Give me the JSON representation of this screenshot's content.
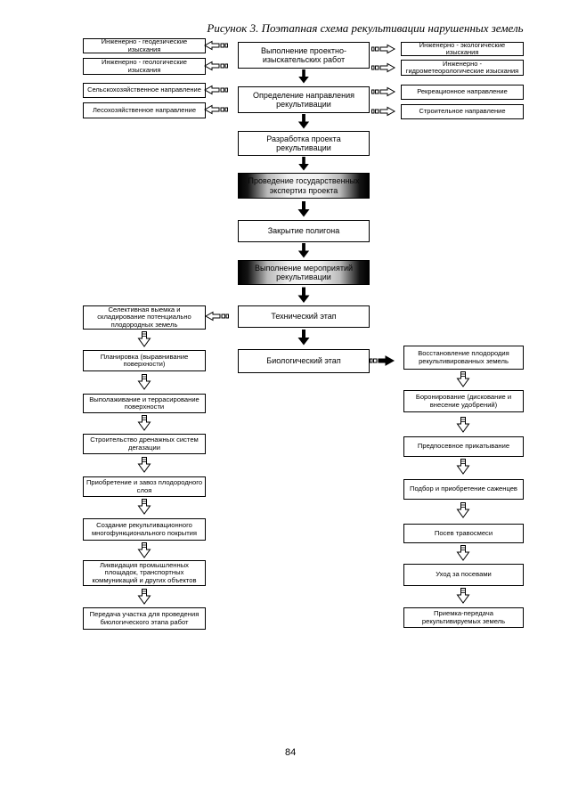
{
  "title": "Рисунок 3. Поэтапная схема рекультивации нарушенных земель",
  "page_number": "84",
  "colors": {
    "box_border": "#000000",
    "box_bg": "#ffffff",
    "dark_box_edge": "#000000",
    "dark_box_center": "#f6f6f6"
  },
  "left_top": [
    {
      "label": "Инженерно - геодезические изыскания"
    },
    {
      "label": "Инженерно - геологические изыскания"
    },
    {
      "label": "Сельскохозяйственное направление"
    },
    {
      "label": "Лесохозяйственное направление"
    }
  ],
  "right_top": [
    {
      "label": "Инженерно - экологические изыскания"
    },
    {
      "label": "Инженерно - гидрометеорологические изыскания"
    },
    {
      "label": "Рекреационное направление"
    },
    {
      "label": "Строительное направление"
    }
  ],
  "center_flow": [
    {
      "label": "Выполнение проектно-изыскательских работ",
      "variant": "plain"
    },
    {
      "label": "Определение направления рекультивации",
      "variant": "plain"
    },
    {
      "label": "Разработка проекта рекультивации",
      "variant": "plain"
    },
    {
      "label": "Проведение государственных экспертиз проекта",
      "variant": "dark"
    },
    {
      "label": "Закрытие полигона",
      "variant": "plain"
    },
    {
      "label": "Выполнение мероприятий рекультивации",
      "variant": "dark"
    },
    {
      "label": "Технический этап",
      "variant": "plain"
    },
    {
      "label": "Биологический этап",
      "variant": "plain"
    }
  ],
  "technical_steps": [
    {
      "label": "Селективная выемка и складирование потенциально плодородных земель"
    },
    {
      "label": "Планировка (выравнивание поверхности)"
    },
    {
      "label": "Выполаживание и террасирование поверхности"
    },
    {
      "label": "Строительство дренажных систем дегазации"
    },
    {
      "label": "Приобретение и завоз плодородного слоя"
    },
    {
      "label": "Создание рекультивационного многофункционального покрытия"
    },
    {
      "label": "Ликвидация промышленных площадок, транспортных коммуникаций и других объектов"
    },
    {
      "label": "Передача участка для проведения биологического этапа работ"
    }
  ],
  "biological_steps": [
    {
      "label": "Восстановление плодородия рекультивированных земель"
    },
    {
      "label": "Боронирование (дискование и внесение удобрений)"
    },
    {
      "label": "Предпосевное прикатывание"
    },
    {
      "label": "Подбор и приобретение саженцев"
    },
    {
      "label": "Посев травосмеси"
    },
    {
      "label": "Уход за посевами"
    },
    {
      "label": "Приемка-передача рекультивируемых земель"
    }
  ]
}
